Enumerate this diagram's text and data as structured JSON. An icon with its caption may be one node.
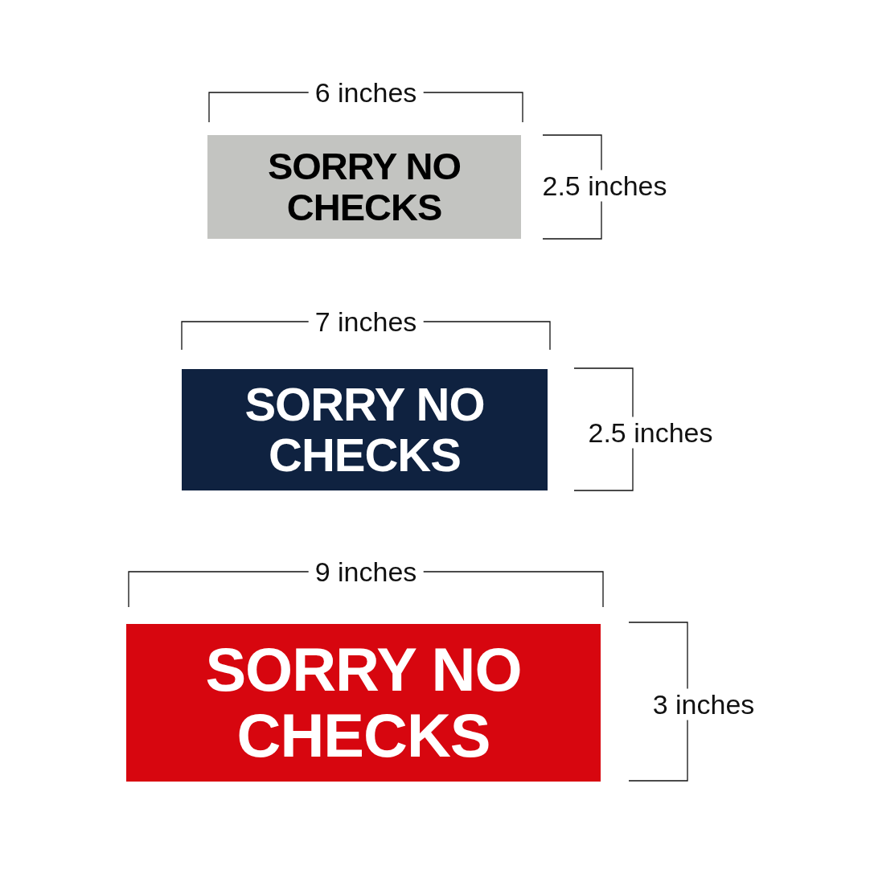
{
  "diagram": {
    "nodes": [
      {
        "text": [
          "SORRY NO CHECKS"
        ]
      },
      {
        "text": [
          "SORRY NO CHECKS"
        ]
      },
      {
        "text": [
          "SORRY NO CHECKS"
        ]
      }
    ],
    "labels": [
      "6 inches",
      "2.5 inches",
      "7 inches",
      "2.5 inches",
      "9 inches",
      "3 inches"
    ]
  }
}
